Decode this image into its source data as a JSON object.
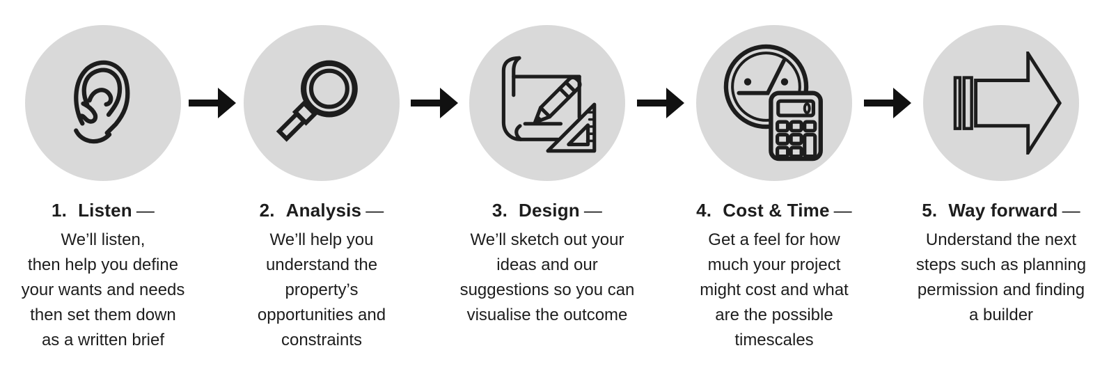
{
  "colors": {
    "background": "#ffffff",
    "circle_fill": "#d9d9d9",
    "ink": "#1d1d1d"
  },
  "steps": [
    {
      "number": "1.",
      "title": "Listen",
      "dash": "—",
      "icon": "ear-icon",
      "description": [
        "We’ll listen,",
        "then help you define",
        "your wants and needs",
        "then set them down",
        "as a written brief"
      ]
    },
    {
      "number": "2.",
      "title": "Analysis",
      "dash": "—",
      "icon": "magnifier-icon",
      "description": [
        "We’ll help you",
        "understand the",
        "property’s",
        "opportunities and",
        "constraints"
      ]
    },
    {
      "number": "3.",
      "title": "Design",
      "dash": "—",
      "icon": "sketch-pencil-icon",
      "description": [
        "We’ll sketch out your",
        "ideas and our",
        "suggestions so you can",
        "visualise the outcome"
      ]
    },
    {
      "number": "4.",
      "title": "Cost & Time",
      "dash": "—",
      "icon": "clock-calculator-icon",
      "description": [
        "Get a feel for how",
        "much your project",
        "might cost and what",
        "are the possible",
        "timescales"
      ]
    },
    {
      "number": "5.",
      "title": "Way forward",
      "dash": "—",
      "icon": "forward-arrow-icon",
      "description": [
        "Understand the next",
        "steps such as planning",
        "permission and finding",
        "a builder"
      ]
    }
  ],
  "connectors": [
    {
      "icon": "right-arrow-icon"
    },
    {
      "icon": "right-arrow-icon"
    },
    {
      "icon": "right-arrow-icon"
    },
    {
      "icon": "right-arrow-icon"
    }
  ]
}
